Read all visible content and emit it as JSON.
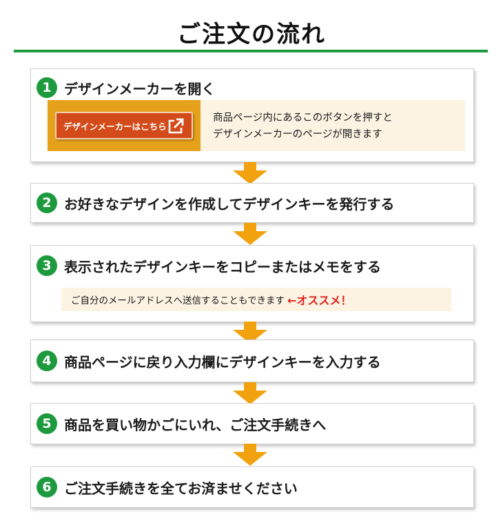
{
  "title": "ご注文の流れ",
  "colors": {
    "accent_green": "#1e9a3e",
    "arrow_orange": "#f2a20f",
    "button_red": "#d34b1b",
    "highlight_red": "#e0231b",
    "detail_bg": "#fdf3e3"
  },
  "steps": [
    {
      "number": "1",
      "text": "デザインメーカーを開く",
      "button_label": "デザインメーカーはこちら",
      "button_icon": "external-link-icon",
      "description_line1": "商品ページ内にあるこのボタンを押すと",
      "description_line2": "デザインメーカーのページが開きます"
    },
    {
      "number": "2",
      "text": "お好きなデザインを作成してデザインキーを発行する"
    },
    {
      "number": "3",
      "text": "表示されたデザインキーをコピーまたはメモをする",
      "note": "ご自分のメールアドレスへ送信することもできます",
      "recommend": "←オススメ！"
    },
    {
      "number": "4",
      "text": "商品ページに戻り入力欄にデザインキーを入力する"
    },
    {
      "number": "5",
      "text": "商品を買い物かごにいれ、ご注文手続きへ"
    },
    {
      "number": "6",
      "text": "ご注文手続きを全てお済ませください"
    }
  ]
}
